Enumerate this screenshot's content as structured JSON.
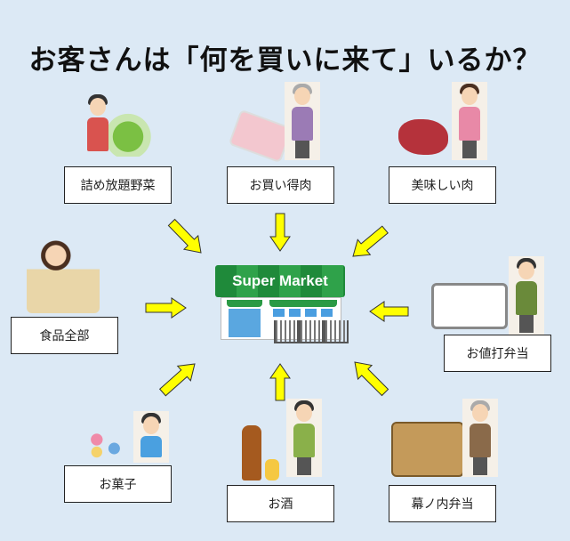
{
  "title": "お客さんは「何を買いに来て」いるか？",
  "store": {
    "sign": "Super Market"
  },
  "boxes": [
    {
      "label": "詰め放題野菜"
    },
    {
      "label": "お買い得肉"
    },
    {
      "label": "美味しい肉"
    },
    {
      "label": "食品全部"
    },
    {
      "label": "お値打弁当"
    },
    {
      "label": "お菓子"
    },
    {
      "label": "お酒"
    },
    {
      "label": "幕ノ内弁当"
    }
  ],
  "colors": {
    "background": "#dce9f5",
    "arrow": "#ffff00",
    "sign": "#1f8a3a"
  }
}
